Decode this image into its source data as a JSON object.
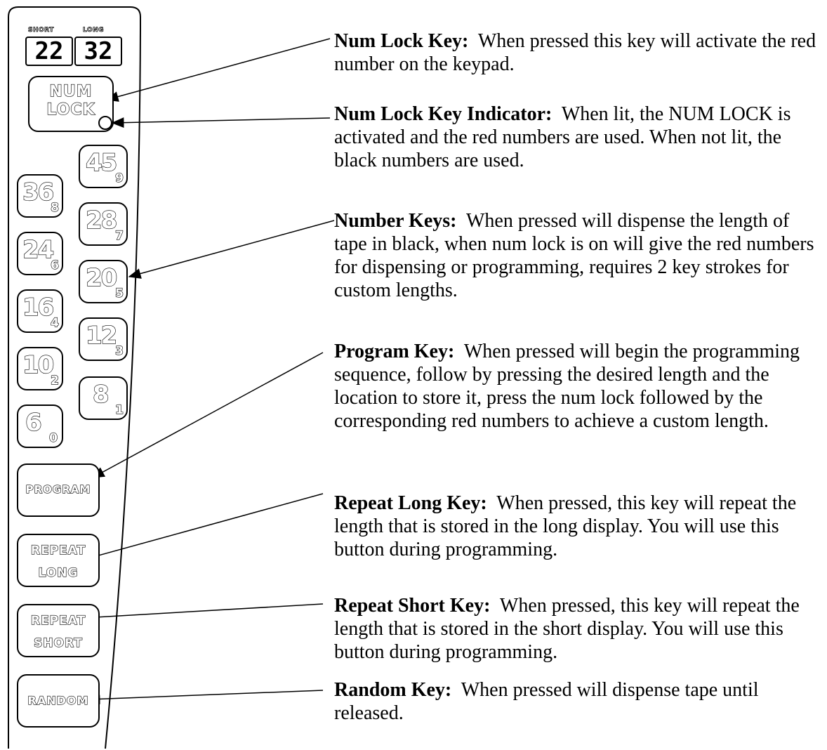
{
  "displays": {
    "short_label": "SHORT",
    "short_value": "22",
    "long_label": "LONG",
    "long_value": "32"
  },
  "keys": {
    "num_lock_line1": "NUM",
    "num_lock_line2": "LOCK",
    "number_keys": [
      {
        "main": "45",
        "sub": "9"
      },
      {
        "main": "36",
        "sub": "8"
      },
      {
        "main": "28",
        "sub": "7"
      },
      {
        "main": "24",
        "sub": "6"
      },
      {
        "main": "20",
        "sub": "5"
      },
      {
        "main": "16",
        "sub": "4"
      },
      {
        "main": "12",
        "sub": "3"
      },
      {
        "main": "10",
        "sub": "2"
      },
      {
        "main": "8",
        "sub": "1"
      },
      {
        "main": "6",
        "sub": "0"
      }
    ],
    "program": "PROGRAM",
    "repeat_long_line1": "REPEAT",
    "repeat_long_line2": "LONG",
    "repeat_short_line1": "REPEAT",
    "repeat_short_line2": "SHORT",
    "random": "RANDOM"
  },
  "descriptions": [
    {
      "title": "Num Lock Key:",
      "text": "When pressed this key will activate the red number on the keypad."
    },
    {
      "title": "Num Lock Key Indicator:",
      "text": "When lit, the NUM LOCK is activated and the red numbers are used. When not lit, the black numbers are used."
    },
    {
      "title": "Number Keys:",
      "text": "When pressed will dispense the length of tape in black, when num lock is on will give the red numbers for dispensing or programming, requires 2 key strokes for custom lengths."
    },
    {
      "title": "Program Key:",
      "text": "When pressed will begin the programming sequence, follow by pressing the desired length and the location to store it, press the num lock followed by the corresponding red numbers to achieve a custom length."
    },
    {
      "title": "Repeat Long Key:",
      "text": "When pressed, this key will repeat the length that is stored in the long display. You will use this button during programming."
    },
    {
      "title": "Repeat Short Key:",
      "text": "When pressed, this key will repeat the length that is stored in the short display. You will use this button during programming."
    },
    {
      "title": "Random Key:",
      "text": "When pressed will dispense tape until released."
    }
  ]
}
